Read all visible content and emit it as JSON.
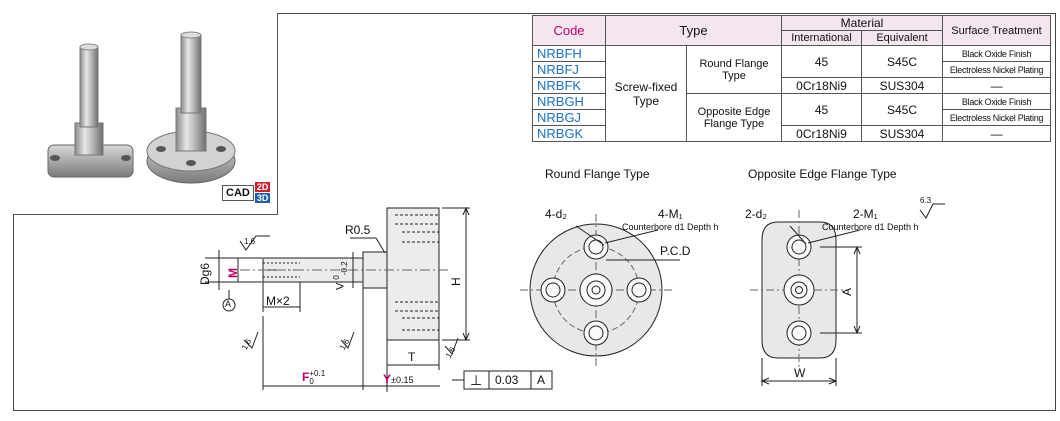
{
  "cad_badge": {
    "cad": "CAD",
    "d2": "2D",
    "d3": "3D"
  },
  "table": {
    "headers": {
      "code": "Code",
      "type": "Type",
      "material": "Material",
      "international": "International",
      "equivalent": "Equivalent",
      "surface": "Surface Treatment"
    },
    "codes": [
      "NRBFH",
      "NRBFJ",
      "NRBFK",
      "NRBGH",
      "NRBGJ",
      "NRBGK"
    ],
    "screw_fixed": "Screw-fixed Type",
    "round_flange": "Round Flange Type",
    "opposite_edge_l1": "Opposite Edge",
    "opposite_edge_l2": "Flange Type",
    "mat_45": "45",
    "mat_0cr": "0Cr18Ni9",
    "eq_s45c": "S45C",
    "eq_sus": "SUS304",
    "black_oxide": "Black Oxide Finish",
    "nickel": "Electroless Nickel Plating",
    "dash": "—"
  },
  "drawing": {
    "round_title": "Round Flange Type",
    "opposite_title": "Opposite Edge Flange Type",
    "r05": "R0.5",
    "dg6": "Dg6",
    "m": "M",
    "v": "V",
    "v_tol_top": "0",
    "v_tol_bot": "-0.2",
    "h": "H",
    "mx2": "M×2",
    "t": "T",
    "f": "F",
    "f_tol_top": "+0.1",
    "f_tol_bot": "0",
    "y": "Y",
    "y_tol": "±0.15",
    "rough16": "1.6",
    "rough63": "6.3",
    "datum": "A",
    "perp_symbol": "⊥",
    "perp_val": "0.03",
    "perp_datum": "A",
    "four_d2": "4-d₂",
    "four_m1": "4-M₁",
    "counterbore": "Counterbore d1 Depth h",
    "pcd": "P.C.D",
    "two_d2": "2-d₂",
    "two_m1": "2-M₁",
    "a": "A",
    "w": "W"
  }
}
